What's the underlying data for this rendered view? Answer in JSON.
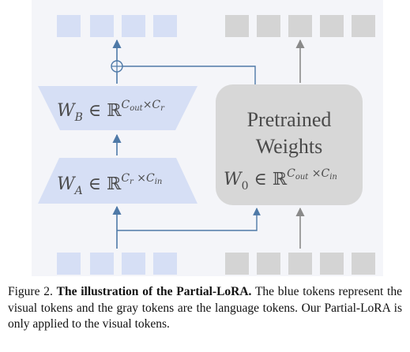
{
  "colors": {
    "background": "#f4f5f9",
    "blue_token": "#d6dff5",
    "gray_token": "#d4d4d4",
    "lora_shape": "#d6dff5",
    "pretrained_box": "#d7d7d7",
    "blue_arrow": "#4e79a7",
    "gray_arrow": "#8a8a8a"
  },
  "lora_b": {
    "label": "W_B ∈ ℝ^{C_out×C_r}"
  },
  "lora_a": {
    "label": "W_A ∈ ℝ^{C_r×C_in}"
  },
  "pretrained": {
    "title_line1": "Pretrained",
    "title_line2": "Weights",
    "formula": "W_0 ∈ ℝ^{C_out×C_in}"
  },
  "caption": {
    "prefix": "Figure 2.",
    "bold": "The illustration of the Partial-LoRA.",
    "text": "The blue tokens represent the visual tokens and the gray tokens are the language tokens. Our Partial-LoRA is only applied to the visual tokens."
  }
}
